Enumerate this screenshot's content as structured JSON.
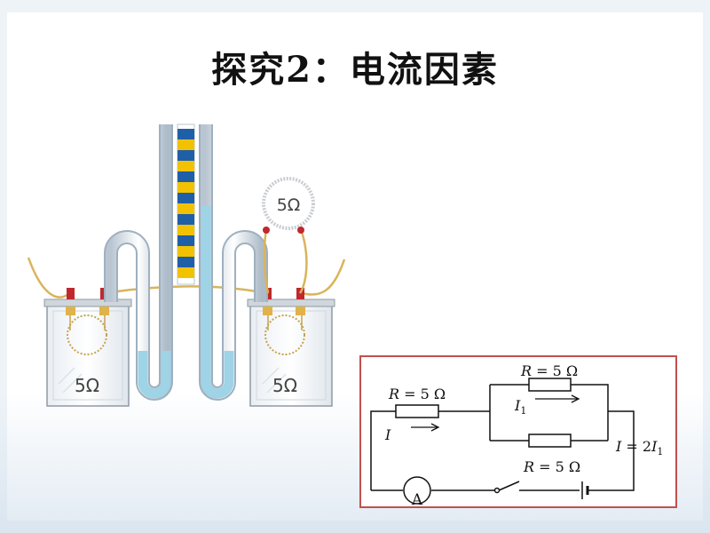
{
  "title": "探究2：电流因素",
  "apparatus": {
    "left_container_label": "5Ω",
    "right_container_label": "5Ω",
    "external_resistor_label": "5Ω"
  },
  "circuit": {
    "series_resistor": {
      "symbol": "R",
      "eq": " = 5 Ω"
    },
    "parallel_resistor": {
      "symbol": "R",
      "eq": " = 5 Ω"
    },
    "switch_resistor": {
      "symbol": "R",
      "eq": " = 5 Ω"
    },
    "current_main": "I",
    "current_branch": {
      "symbol": "I",
      "sub": "1"
    },
    "current_relation": {
      "lhs": "I",
      "eq": " = 2",
      "symbol": "I",
      "sub": "1"
    },
    "ammeter": "A"
  },
  "colors": {
    "frame": "#c0504d",
    "liquid": "#9fd3e6",
    "stripe_blue": "#1f5fa8",
    "stripe_yellow": "#f2c200",
    "wire": "#d9b45a",
    "terminal": "#c0282d"
  }
}
